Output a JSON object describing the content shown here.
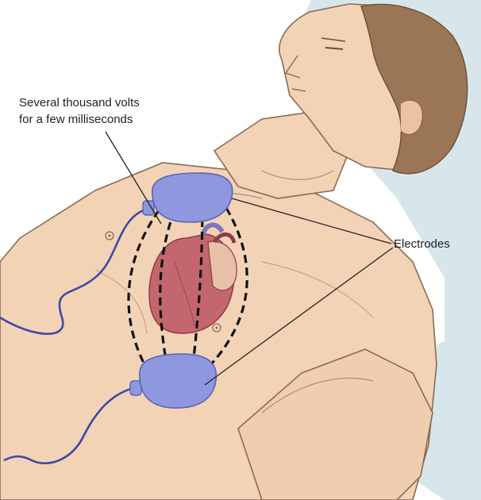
{
  "labels": {
    "voltage_line1": "Several thousand volts",
    "voltage_line2": "for a few milliseconds",
    "electrodes": "Electrodes"
  },
  "colors": {
    "background": "#ffffff",
    "table": "#d7e6ea",
    "skin": "#f3d3b6",
    "skin_shadow": "#e6b896",
    "skin_outline": "#8a6a55",
    "hair": "#9b7656",
    "electrode": "#8f97de",
    "electrode_outline": "#5a63b4",
    "cable": "#3d4aa6",
    "heart": "#c4666e",
    "heart_dark": "#8f3b46",
    "vessel_blue": "#7d77bb",
    "current_path": "#111111",
    "label_text": "#222222",
    "leader_line": "#222222"
  },
  "icons": [
    "electrode-paddle-icon",
    "heart-icon",
    "nipple-icon"
  ]
}
